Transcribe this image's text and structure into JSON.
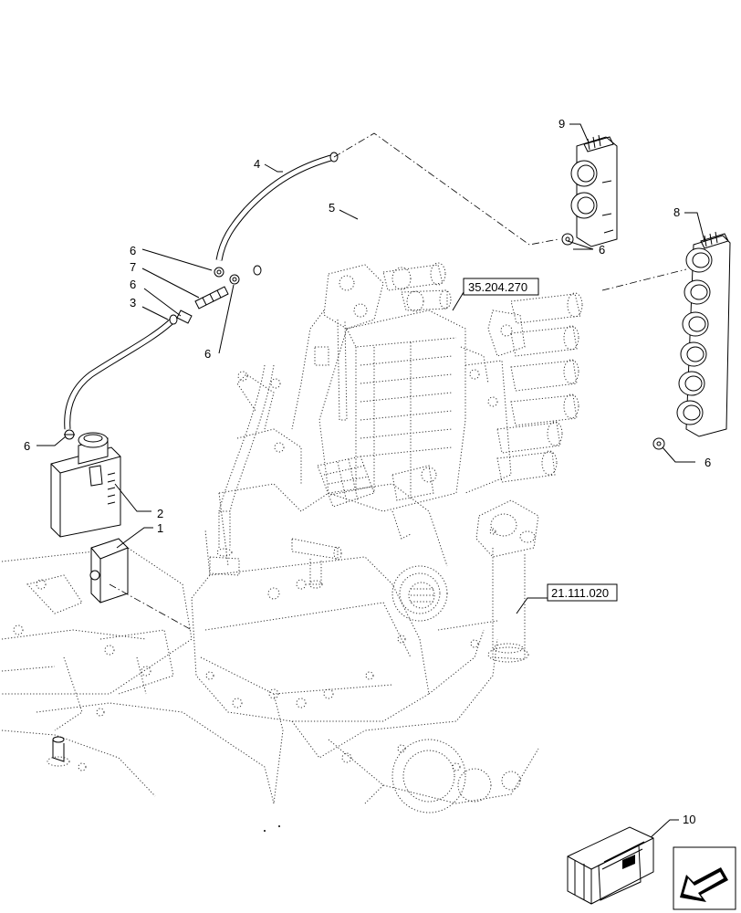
{
  "callouts": [
    {
      "id": "c1",
      "label": "1"
    },
    {
      "id": "c2",
      "label": "2"
    },
    {
      "id": "c3",
      "label": "3"
    },
    {
      "id": "c4",
      "label": "4"
    },
    {
      "id": "c5",
      "label": "5"
    },
    {
      "id": "c6a",
      "label": "6"
    },
    {
      "id": "c6b",
      "label": "6"
    },
    {
      "id": "c6c",
      "label": "6"
    },
    {
      "id": "c6d",
      "label": "6"
    },
    {
      "id": "c6e",
      "label": "6"
    },
    {
      "id": "c6f",
      "label": "6"
    },
    {
      "id": "c7",
      "label": "7"
    },
    {
      "id": "c8",
      "label": "8"
    },
    {
      "id": "c9",
      "label": "9"
    },
    {
      "id": "c10",
      "label": "10"
    }
  ],
  "references": [
    {
      "id": "ref-valve",
      "label": "35.204.270"
    },
    {
      "id": "ref-shaft",
      "label": "21.111.020"
    }
  ],
  "icons": {
    "kit_box": "wooden-crate-icon",
    "navigation": "back-arrow-icon"
  }
}
